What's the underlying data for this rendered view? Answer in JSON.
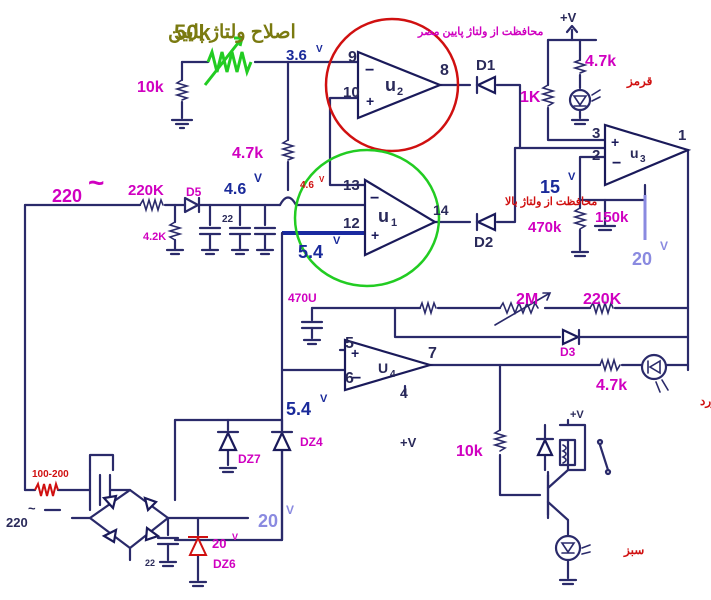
{
  "title_fa": "اصلاح ولتاژ پایین",
  "ic": {
    "u1": "u",
    "u1_sub": "1",
    "u2": "u",
    "u2_sub": "2",
    "u3": "u",
    "u3_sub": "3",
    "u4": "U",
    "u4_sub": "4"
  },
  "pins": {
    "p1": "1",
    "p2": "2",
    "p3": "3",
    "p5": "5",
    "p6": "6",
    "p7": "7",
    "p4": "4",
    "p8": "8",
    "p9": "9",
    "p10": "10",
    "p12": "12",
    "p13": "13",
    "p14": "14"
  },
  "labels": {
    "pot_50k": "50k",
    "r_10k_top": "10k",
    "v_36": "3.6",
    "v_unit": "V",
    "r_47k_left": "4.7k",
    "ac_220": "220",
    "tilde": "~",
    "r_220k_in": "220K",
    "d5": "D5",
    "v_46": "4.6",
    "v_46_small": "4.6",
    "r_42k": "4.2K",
    "c_22": "22",
    "v_54_mid": "5.4",
    "v_54_low": "5.4",
    "d1": "D1",
    "d2": "D2",
    "r_1k": "1K",
    "r_47k_top": "4.7k",
    "v_15": "15",
    "r_470k": "470k",
    "r_150k": "150k",
    "v_20_right": "20",
    "c_470u": "470U",
    "r_2m": "2M",
    "r_220k_fb": "220K",
    "d3": "D3",
    "r_47k_mid": "4.7k",
    "dz7": "DZ7",
    "dz4": "DZ4",
    "r_10k_bottom": "10k",
    "plus_v": "+V",
    "r_100_200": "100-200",
    "ac_220_bottom": "220",
    "v_20_bottom": "20",
    "dz6": "DZ6",
    "v_20_dz6": "20",
    "c_22_bottom": "22"
  },
  "persian": {
    "protect_low": "محافظت از ولتاژ پایین مضر",
    "protect_high": "محافظت از ولتاژ بالا",
    "red_led": "قرمز",
    "yellow_led": "زرد",
    "green_led": "سبز"
  },
  "colors": {
    "wire": "#2a2a6a",
    "navy_text": "#1a2a9a",
    "magenta_text": "#d000c0",
    "red_circle": "#d01010",
    "green_circle": "#22cc22",
    "pot_green": "#22cc22",
    "olive_title": "#7a7a10",
    "lavender_text": "#8a8ae0"
  }
}
